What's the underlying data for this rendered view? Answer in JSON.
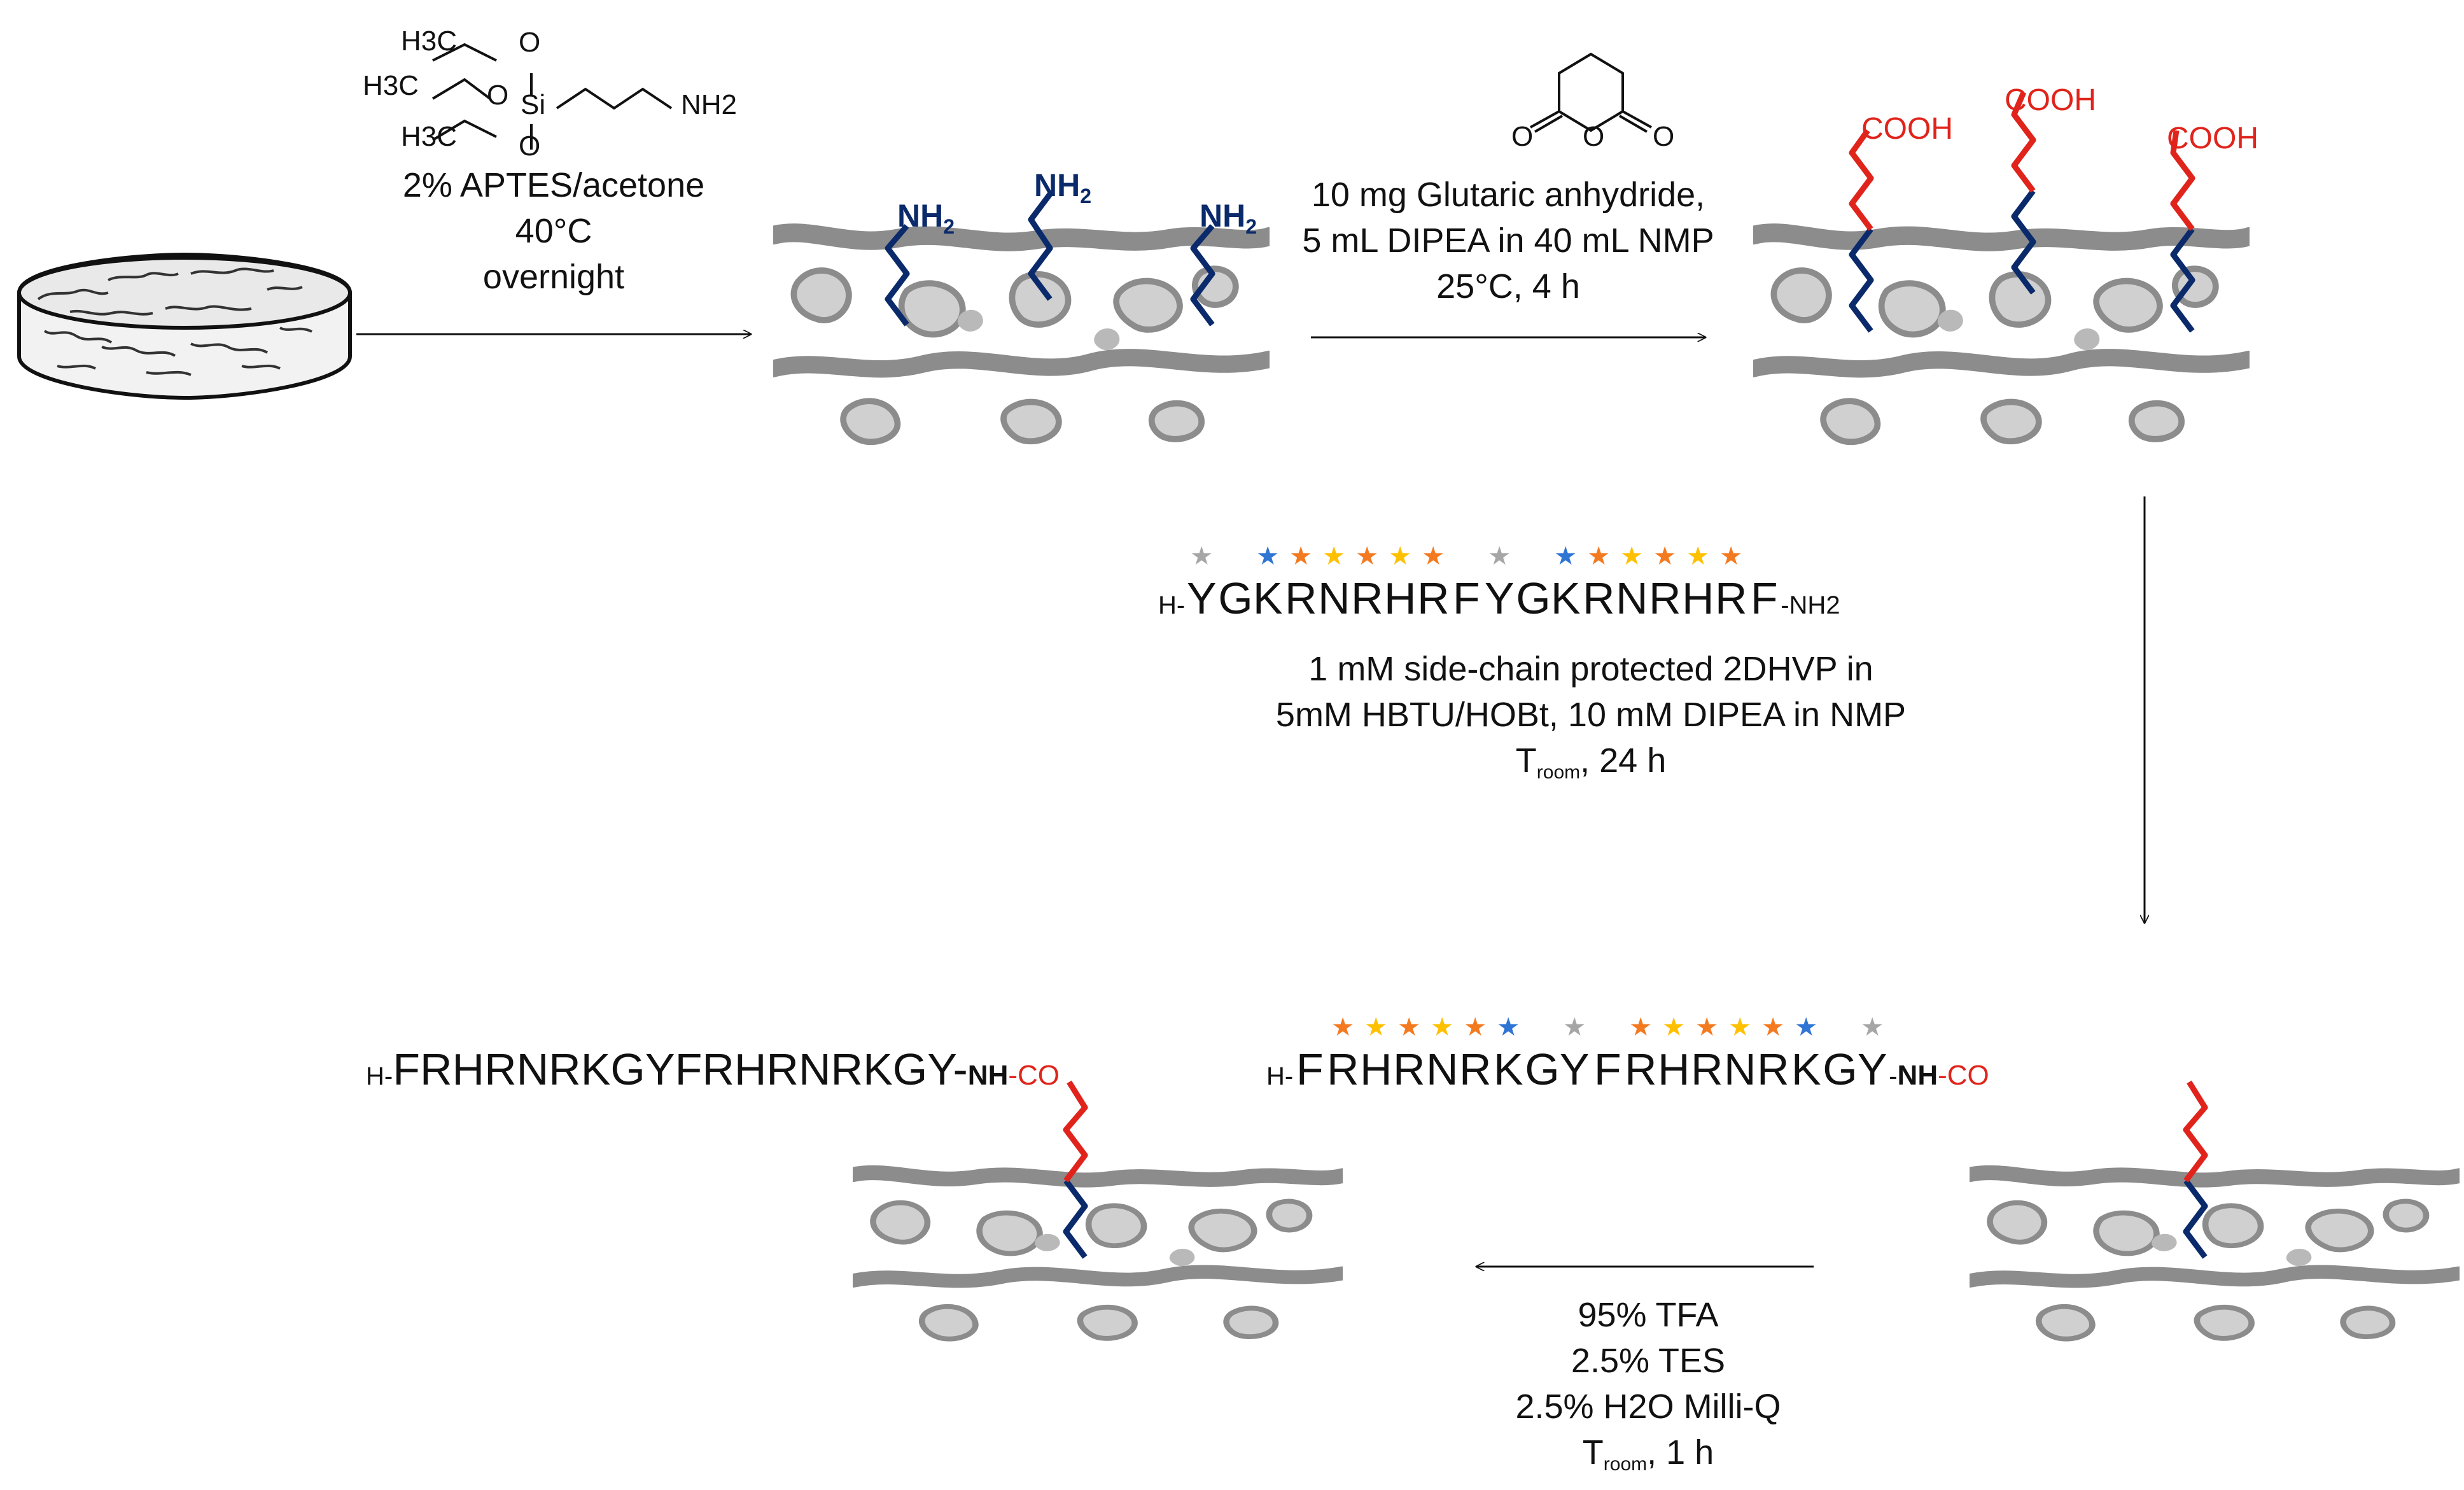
{
  "reagents": {
    "aptes_structure": {
      "h3c_1": "H3C",
      "h3c_2": "H3C",
      "h3c_3": "H3C",
      "o_top": "O",
      "o_mid": "O",
      "o_bot": "O",
      "si": "Si",
      "nh2": "NH2"
    },
    "glutaric_structure": {
      "o_left": "O",
      "o_ring": "O",
      "o_right": "O"
    }
  },
  "step1": {
    "lines": [
      "2% APTES/acetone",
      "40°C",
      "overnight"
    ]
  },
  "step2": {
    "lines": [
      "10 mg Glutaric anhydride,",
      "5 mL DIPEA in 40 mL NMP",
      "25°C, 4 h"
    ]
  },
  "step3": {
    "sequence_prefix": "H-",
    "sequence_suffix": "-NH2",
    "lines": [
      "1 mM side-chain protected 2DHVP in",
      "5mM HBTU/HOBt, 10 mM DIPEA in NMP"
    ],
    "temp_main": "T",
    "temp_sub": "room",
    "temp_rest": ", 24 h"
  },
  "step4": {
    "lines": [
      "95% TFA",
      "2.5% TES",
      "2.5% H2O Milli-Q"
    ],
    "temp_main": "T",
    "temp_sub": "room",
    "temp_rest": ", 1 h"
  },
  "surface_labels": {
    "amine_main": "NH",
    "amine_sub": "2",
    "cooh": "COOH",
    "nh": "NH",
    "co": "CO"
  },
  "peptide_top": {
    "residues": [
      "Y",
      "G",
      "K",
      "R",
      "N",
      "R",
      "H",
      "R",
      "F",
      "Y",
      "G",
      "K",
      "R",
      "N",
      "R",
      "H",
      "R",
      "F"
    ],
    "stars": [
      "gray",
      "",
      "blue",
      "orange",
      "yellow",
      "orange",
      "yellow",
      "orange",
      "",
      "gray",
      "",
      "blue",
      "orange",
      "yellow",
      "orange",
      "yellow",
      "orange",
      ""
    ]
  },
  "peptide_bottom_right": {
    "prefix": "H-",
    "residues": [
      "F",
      "R",
      "H",
      "R",
      "N",
      "R",
      "K",
      "G",
      "Y",
      "F",
      "R",
      "H",
      "R",
      "N",
      "R",
      "K",
      "G",
      "Y"
    ],
    "stars": [
      "",
      "orange",
      "yellow",
      "orange",
      "yellow",
      "orange",
      "blue",
      "",
      "gray",
      "",
      "orange",
      "yellow",
      "orange",
      "yellow",
      "orange",
      "blue",
      "",
      "gray"
    ],
    "dash": "-"
  },
  "peptide_bottom_left": {
    "prefix": "H-",
    "sequence": "FRHRNRKGYFRHRNRKGY-"
  },
  "colors": {
    "star_gray": "#a6a6a6",
    "star_blue": "#2e75d4",
    "star_orange": "#f47a20",
    "star_yellow": "#ffc000",
    "linker_red": "#e0241b",
    "aminopropyl_navy": "#0a2a6b",
    "surface_dark": "#8c8c8c",
    "surface_light": "#c8c8c8"
  }
}
